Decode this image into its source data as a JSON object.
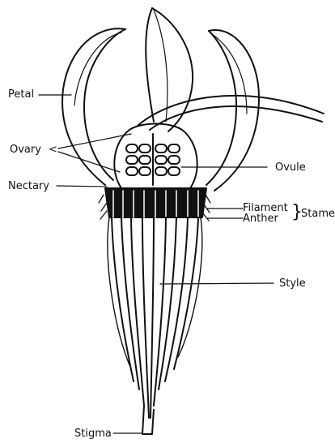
{
  "labels": {
    "petal": "Petal",
    "ovary": "Ovary",
    "nectary": "Nectary",
    "ovule": "Ovule",
    "filament": "Filament",
    "anther": "Anther",
    "stamen": "Stamen",
    "style": "Style",
    "stigma": "Stigma"
  }
}
